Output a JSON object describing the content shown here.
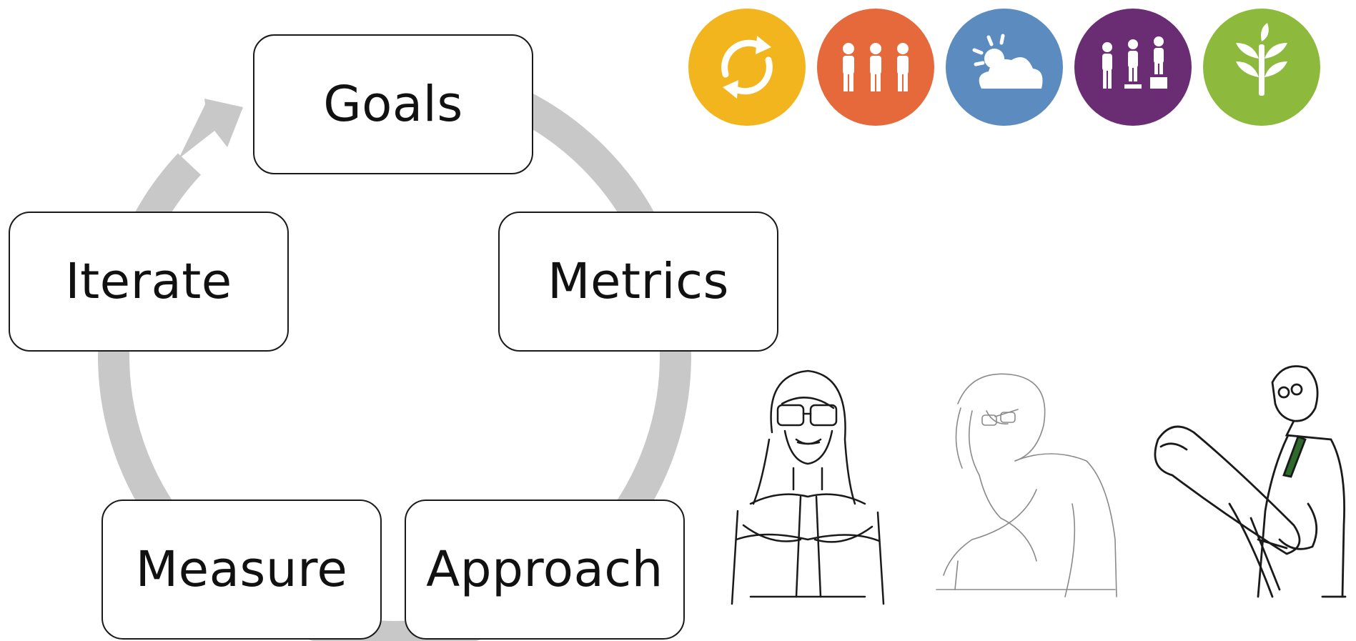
{
  "diagram": {
    "steps": [
      {
        "id": "goals",
        "label": "Goals"
      },
      {
        "id": "metrics",
        "label": "Metrics"
      },
      {
        "id": "approach",
        "label": "Approach"
      },
      {
        "id": "measure",
        "label": "Measure"
      },
      {
        "id": "iterate",
        "label": "Iterate"
      }
    ],
    "cycle_color": "#c8c8c8"
  },
  "icons": [
    {
      "name": "refresh-cycle-icon",
      "color": "#f2b51d"
    },
    {
      "name": "three-people-icon",
      "color": "#e5693b"
    },
    {
      "name": "sun-cloud-icon",
      "color": "#5b8bbf"
    },
    {
      "name": "people-on-pedestals-icon",
      "color": "#6a2d73"
    },
    {
      "name": "sprout-icon",
      "color": "#8dba3c"
    }
  ],
  "illustrations": [
    {
      "name": "woman-arms-crossed-sketch"
    },
    {
      "name": "woman-drawing-sketch"
    },
    {
      "name": "man-with-blueprints-sketch"
    }
  ]
}
